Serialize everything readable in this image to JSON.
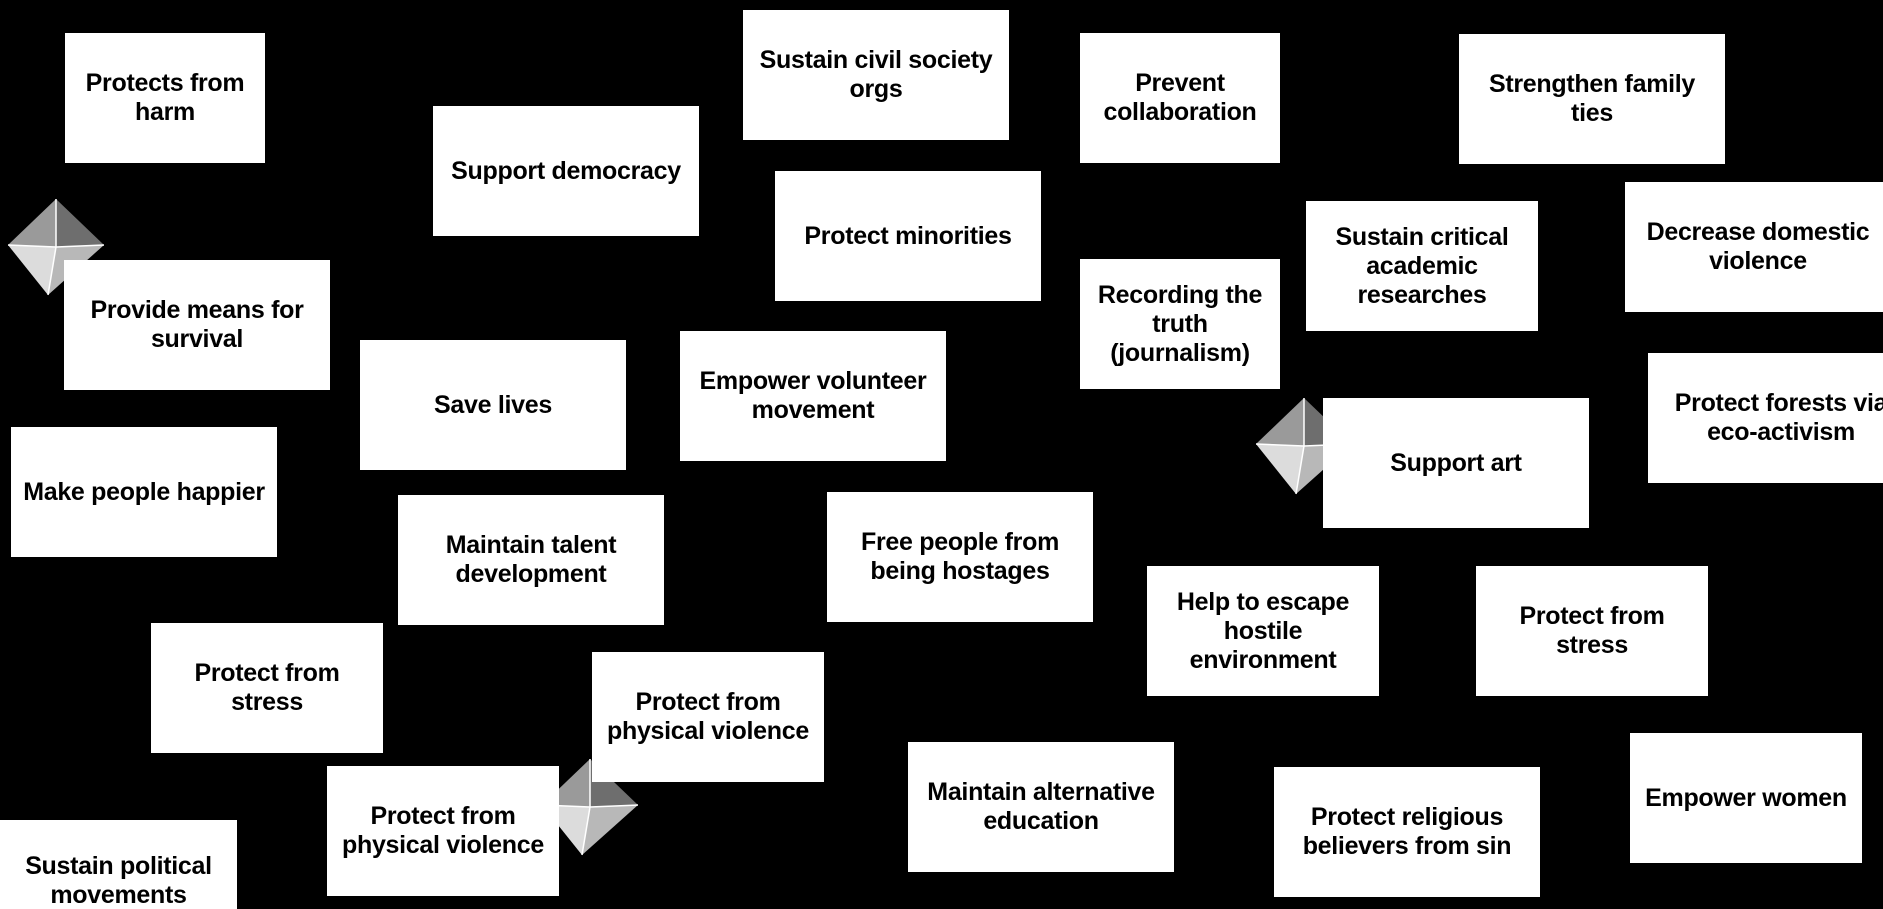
{
  "cards": [
    {
      "id": "c1",
      "label": "Protects from harm"
    },
    {
      "id": "c2",
      "label": "Support democracy"
    },
    {
      "id": "c3",
      "label": "Sustain civil society orgs"
    },
    {
      "id": "c4",
      "label": "Prevent collaboration"
    },
    {
      "id": "c5",
      "label": "Strengthen family ties"
    },
    {
      "id": "c6",
      "label": "Protect minorities"
    },
    {
      "id": "c7",
      "label": "Sustain critical academic researches"
    },
    {
      "id": "c8",
      "label": "Decrease domestic violence"
    },
    {
      "id": "c9",
      "label": "Provide means for survival"
    },
    {
      "id": "c10",
      "label": "Recording the truth (journalism)"
    },
    {
      "id": "c11",
      "label": "Save lives"
    },
    {
      "id": "c12",
      "label": "Empower volunteer movement"
    },
    {
      "id": "c13",
      "label": "Protect forests via eco-activism"
    },
    {
      "id": "c14",
      "label": "Support art"
    },
    {
      "id": "c15",
      "label": "Make people happier"
    },
    {
      "id": "c16",
      "label": "Maintain talent development"
    },
    {
      "id": "c17",
      "label": "Free people from being hostages"
    },
    {
      "id": "c18",
      "label": "Help to escape hostile environment"
    },
    {
      "id": "c19",
      "label": "Protect from stress"
    },
    {
      "id": "c20",
      "label": "Protect from stress"
    },
    {
      "id": "c21",
      "label": "Protect from physical violence"
    },
    {
      "id": "c22",
      "label": "Maintain alternative education"
    },
    {
      "id": "c23",
      "label": "Empower women"
    },
    {
      "id": "c24",
      "label": "Protect from physical violence"
    },
    {
      "id": "c25",
      "label": "Protect religious believers from sin"
    },
    {
      "id": "c26",
      "label": "Sustain political movements"
    }
  ],
  "gem_icons": [
    "diamond-icon",
    "diamond-icon",
    "diamond-icon"
  ],
  "colors": {
    "background": "#000000",
    "card": "#ffffff",
    "text": "#000000"
  }
}
